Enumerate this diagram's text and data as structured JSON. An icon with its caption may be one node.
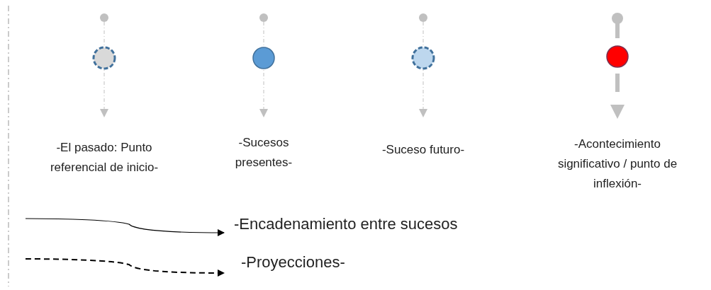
{
  "diagram": {
    "legend": [
      {
        "text": "-El pasado: Punto referencial de inicio-"
      },
      {
        "text": "-Sucesos presentes-"
      },
      {
        "text": "-Suceso futuro-"
      },
      {
        "text": "-Acontecimiento significativo / punto de inflexión-"
      },
      {
        "text": "-Encadenamiento entre sucesos"
      },
      {
        "text": "-Proyecciones-"
      }
    ]
  }
}
